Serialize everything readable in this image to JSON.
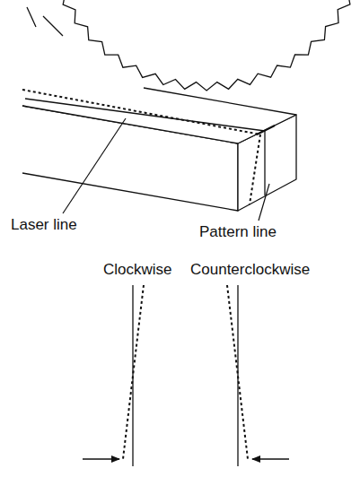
{
  "diagram": {
    "labels": [
      "Laser line",
      "Pattern line",
      "Clockwise",
      "Counterclockwise"
    ]
  }
}
